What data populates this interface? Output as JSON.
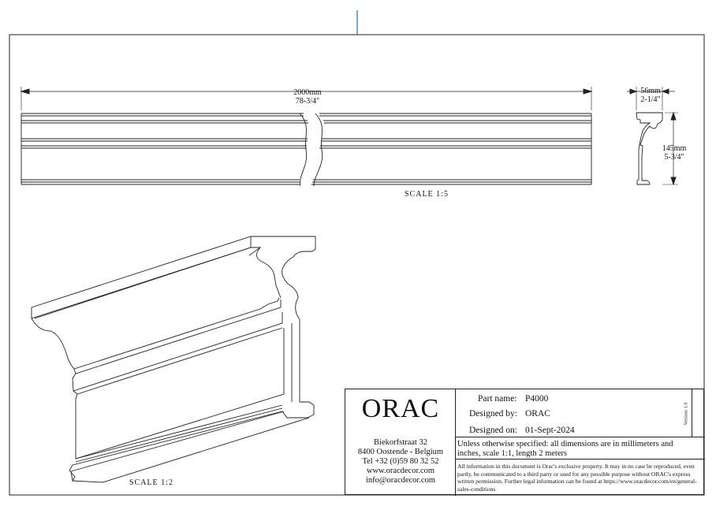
{
  "drawing": {
    "length_dim": {
      "mm": "2000mm",
      "inch": "78-3/4\""
    },
    "width_dim": {
      "mm": "56mm",
      "inch": "2-1/4\""
    },
    "height_dim": {
      "mm": "145mm",
      "inch": "5-3/4\""
    },
    "scale_top": "SCALE  1:5",
    "scale_iso": "SCALE  1:2"
  },
  "title_block": {
    "logo": "ORAC",
    "address": [
      "Biekorfstraat 32",
      "8400 Oostende - Belgium",
      "Tel   +32 (0)59 80 32 52",
      "www.oracdecor.com",
      "info@oracdecor.com"
    ],
    "part_name_label": "Part name:",
    "part_name": "P4000",
    "designed_by_label": "Designed by:",
    "designed_by": "ORAC",
    "designed_on_label": "Designed on:",
    "designed_on": "01-Sept-2024",
    "version": "Version: 1.0",
    "note_dimensions": "Unless otherwise specified: all dimensions are in millimeters and inches, scale 1:1, length 2 meters",
    "note_legal": "All information in this document is Orac's exclusive property.  It may in no case be reproduced, even partly, be communicated to a third party or used for any possible purpose without ORAC's express written permission. Further legal information can be found at https://www.oracdecor.com/en/general-sales-conditions"
  },
  "colors": {
    "line": "#222222",
    "marker": "#2a6fb0"
  }
}
